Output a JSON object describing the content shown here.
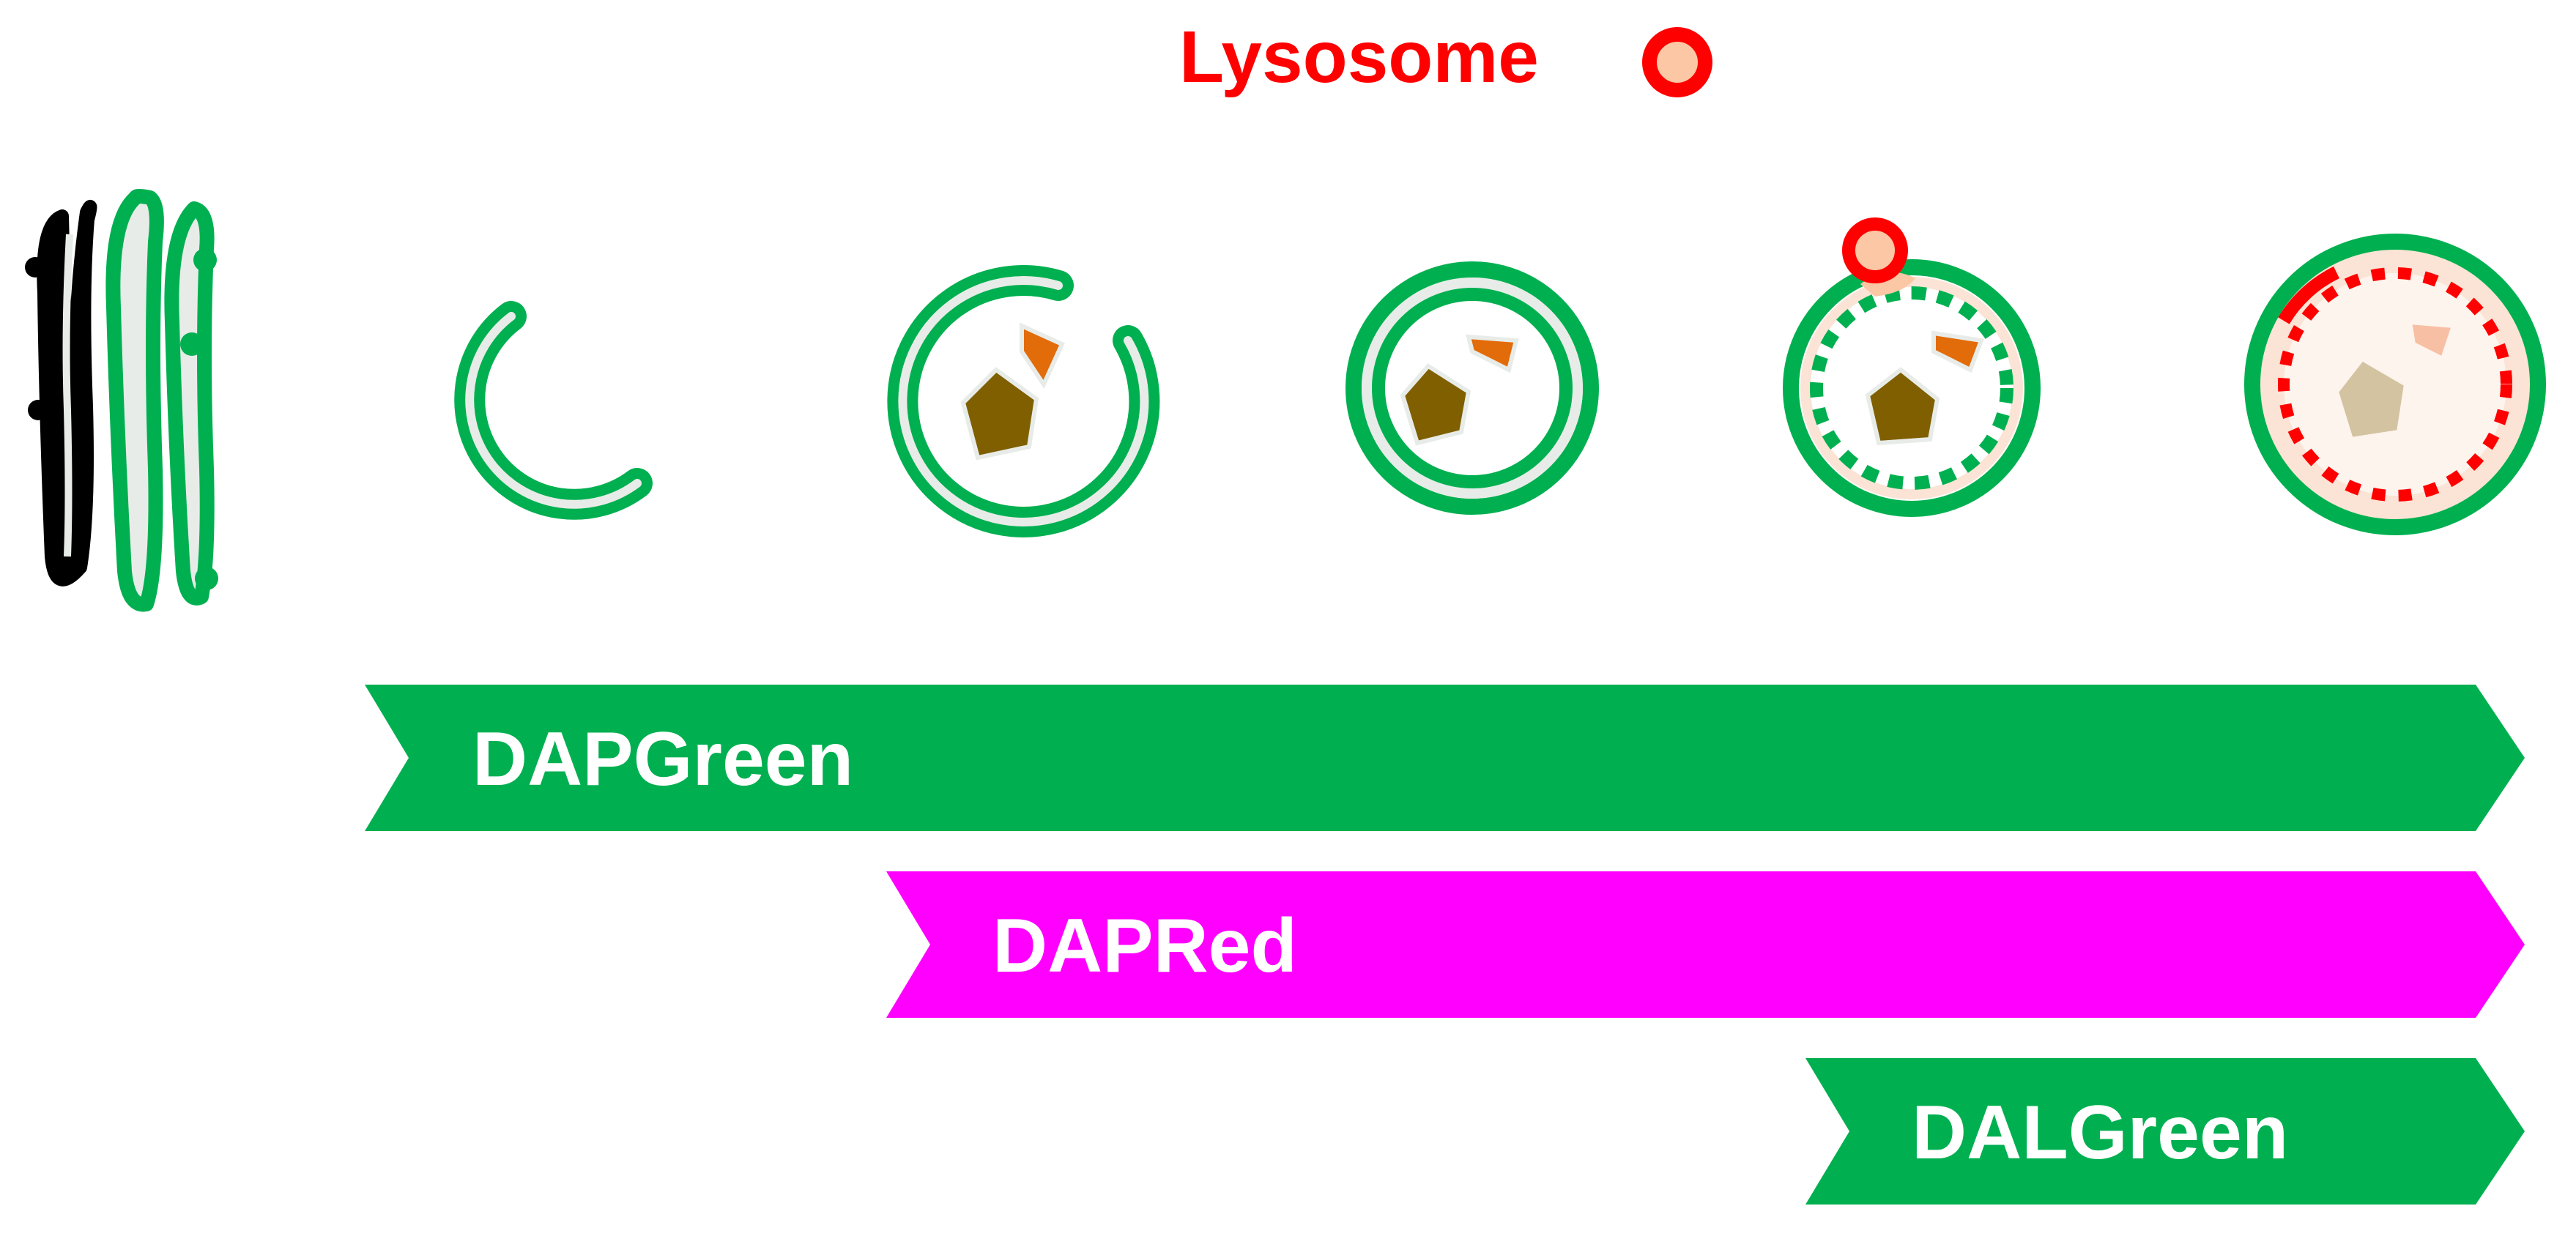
{
  "legend": {
    "label": "Lysosome",
    "label_color": "#ff0000",
    "icon": "lysosome-icon"
  },
  "colors": {
    "membrane_green": "#00b050",
    "membrane_black": "#000000",
    "membrane_inner": "#e8ece8",
    "lysosome_red": "#ff0000",
    "lysosome_fill": "#fbc7a4",
    "cargo_brown": "#7f5f00",
    "cargo_orange": "#e26b0a",
    "degraded_brown": "#d3c3a0",
    "degraded_orange": "#f7c0a5",
    "lumen_peach": "#fbe4d5"
  },
  "stages": [
    {
      "name": "er-membrane-source",
      "icon": "er-membrane-icon"
    },
    {
      "name": "phagophore",
      "icon": "phagophore-icon"
    },
    {
      "name": "cargo-engulfment",
      "icon": "expanding-phagophore-icon"
    },
    {
      "name": "autophagosome",
      "icon": "autophagosome-icon"
    },
    {
      "name": "lysosome-fusion",
      "icon": "lysosome-fusion-icon"
    },
    {
      "name": "autolysosome",
      "icon": "autolysosome-icon"
    }
  ],
  "bars": [
    {
      "label": "DAPGreen",
      "color": "#00b050",
      "text_color": "#ffffff"
    },
    {
      "label": "DAPRed",
      "color": "#ff00ff",
      "text_color": "#ffffff"
    },
    {
      "label": "DALGreen",
      "color": "#00b050",
      "text_color": "#ffffff"
    }
  ]
}
